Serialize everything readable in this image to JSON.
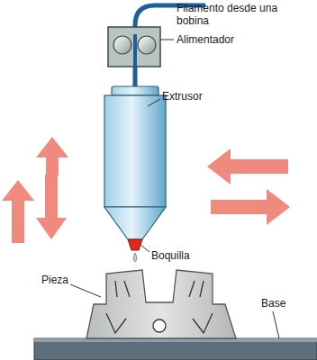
{
  "diagram": {
    "labels": [
      "Filamento desde una bobina",
      "Alimentador",
      "Extrusor",
      "Boquilla",
      "Pieza",
      "Base"
    ]
  }
}
